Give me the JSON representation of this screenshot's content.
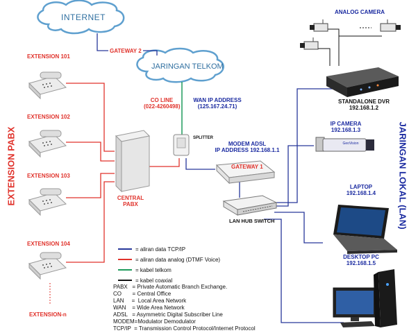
{
  "colors": {
    "tcpip": "#27379a",
    "analog": "#e0322b",
    "telkom": "#1e9a5c",
    "coaxial": "#111111",
    "cloud_stroke": "#5fa0cf",
    "cloud_text": "#2f6fa0"
  },
  "internet": {
    "label": "INTERNET",
    "gateway": "GATEWAY 2"
  },
  "telkom": {
    "label": "JARINGAN TELKOM",
    "co_line": "CO LINE",
    "co_number": "(022-4260498)",
    "wan_label": "WAN IP ADDRESS",
    "wan_ip": "(125.167.24.71)",
    "splitter": "SPLITTER"
  },
  "pabx": {
    "side_label": "EXTENSION PABX",
    "central_line1": "CENTRAL",
    "central_line2": "PABX",
    "extensions": [
      "EXTENSION 101",
      "EXTENSION 102",
      "EXTENSION 103",
      "EXTENSION 104",
      "EXTENSION-n"
    ]
  },
  "modem": {
    "title": "MODEM ADSL",
    "ip": "IP ADDRESS 192.168.1.1",
    "gateway": "GATEWAY 1"
  },
  "switch": {
    "label": "LAN HUB SWITCH"
  },
  "lan": {
    "side_label": "JARINGAN LOKAL (LAN)",
    "analog_camera": "ANALOG CAMERA",
    "dvr_name": "STANDALONE DVR",
    "dvr_ip": "192.168.1.2",
    "ipcam_name": "IP CAMERA",
    "ipcam_ip": "192.168.1.3",
    "laptop_name": "LAPTOP",
    "laptop_ip": "192.168.1.4",
    "desktop_name": "DESKTOP PC",
    "desktop_ip": "192.168.1.5",
    "ipcam_brand": "GeoVision"
  },
  "legend": [
    {
      "label": "= aliran data TCP/IP",
      "color": "#27379a"
    },
    {
      "label": "= aliran data analog (DTMF Voice)",
      "color": "#e0322b"
    },
    {
      "label": "= kabel telkom",
      "color": "#1e9a5c"
    },
    {
      "label": "= kabel coaxial",
      "color": "#111111"
    }
  ],
  "abbreviations": [
    "PABX   = Private Automatic Branch Exchange.",
    "CO       = Central Office",
    "LAN     =  Local Area Network",
    "WAN    = Wide Area Network",
    "ADSL   = Asymmetric Digital Subscriber Line",
    "MODEM=Modulator Demodulator",
    "TCP/IP  = Transmission Control Protocol/Internet Protocol"
  ]
}
